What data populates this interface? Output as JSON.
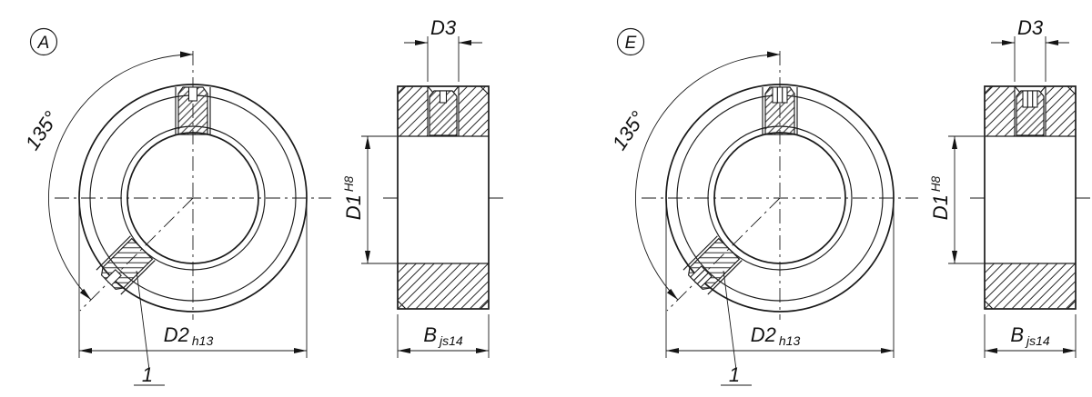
{
  "drawing": {
    "angle_label": "135°",
    "position_label": "1",
    "dims": {
      "d2": "D2",
      "d2_tol": "h13",
      "d3": "D3",
      "d1": "D1",
      "d1_tol": "H8",
      "b": "B",
      "b_tol": "js14"
    },
    "variants": [
      {
        "letter": "A"
      },
      {
        "letter": "E"
      }
    ]
  }
}
